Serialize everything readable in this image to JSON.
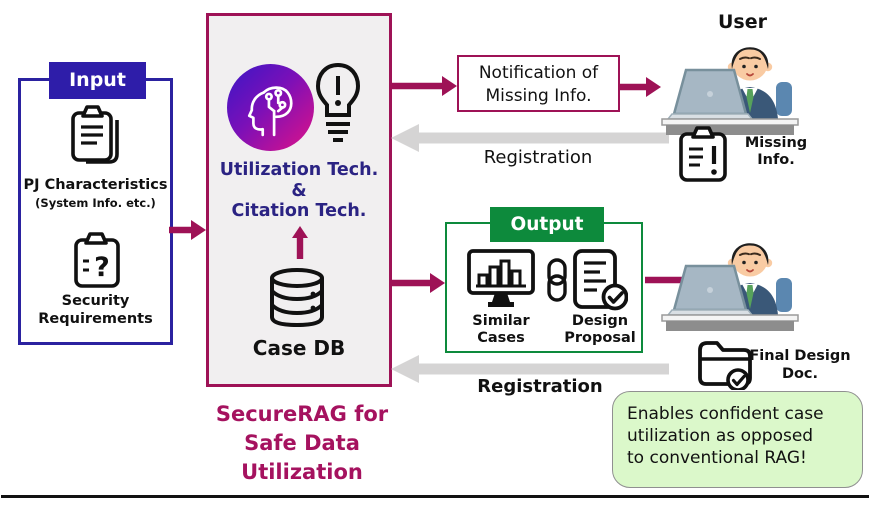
{
  "colors": {
    "accent_magenta": "#9e1256",
    "caption_magenta": "#a5125f",
    "navy_text": "#2b2383",
    "input_header_bg": "#2e1da9",
    "input_border": "#2b22a0",
    "output_green": "#0d8a3c",
    "gray_arrow": "#d5d4d4",
    "core_box_bg": "#f1eff0",
    "bubble_bg": "#dbf8ca",
    "gradient_circle": [
      "#3a16c6",
      "#e01287"
    ]
  },
  "input": {
    "header": "Input",
    "item1_title": "PJ Characteristics",
    "item1_subtitle": "(System Info. etc.)",
    "item2_title": "Security\nRequirements"
  },
  "core": {
    "tech_label": "Utilization Tech.\n&\nCitation Tech.",
    "db_label": "Case DB",
    "caption": "SecureRAG for\nSafe Data\nUtilization"
  },
  "top_flow": {
    "notification_label": "Notification of\nMissing Info.",
    "registration_label": "Registration",
    "user_label": "User",
    "missing_info_label": "Missing\nInfo."
  },
  "output": {
    "header": "Output",
    "similar_label": "Similar\nCases",
    "design_label": "Design\nProposal"
  },
  "bottom_flow": {
    "registration_label": "Registration",
    "final_doc_label": "Final Design\nDoc."
  },
  "callout": {
    "text": "Enables confident case\nutilization as opposed\nto conventional RAG!"
  },
  "icons": {
    "clipboard-list-icon": "clipboard with text lines",
    "clipboard-question-icon": "clipboard with question mark",
    "ai-head-icon": "head with circuit brain on gradient circle",
    "lightbulb-alert-icon": "lightbulb with exclamation mark",
    "database-icon": "database cylinder",
    "bar-chart-monitor-icon": "monitor showing bar chart",
    "link-icon": "chain link",
    "document-check-icon": "document with checkmark",
    "clipboard-alert-icon": "clipboard with exclamation mark",
    "folder-check-icon": "folder with checkmark",
    "person-laptop-illustration": "person working at a laptop"
  }
}
